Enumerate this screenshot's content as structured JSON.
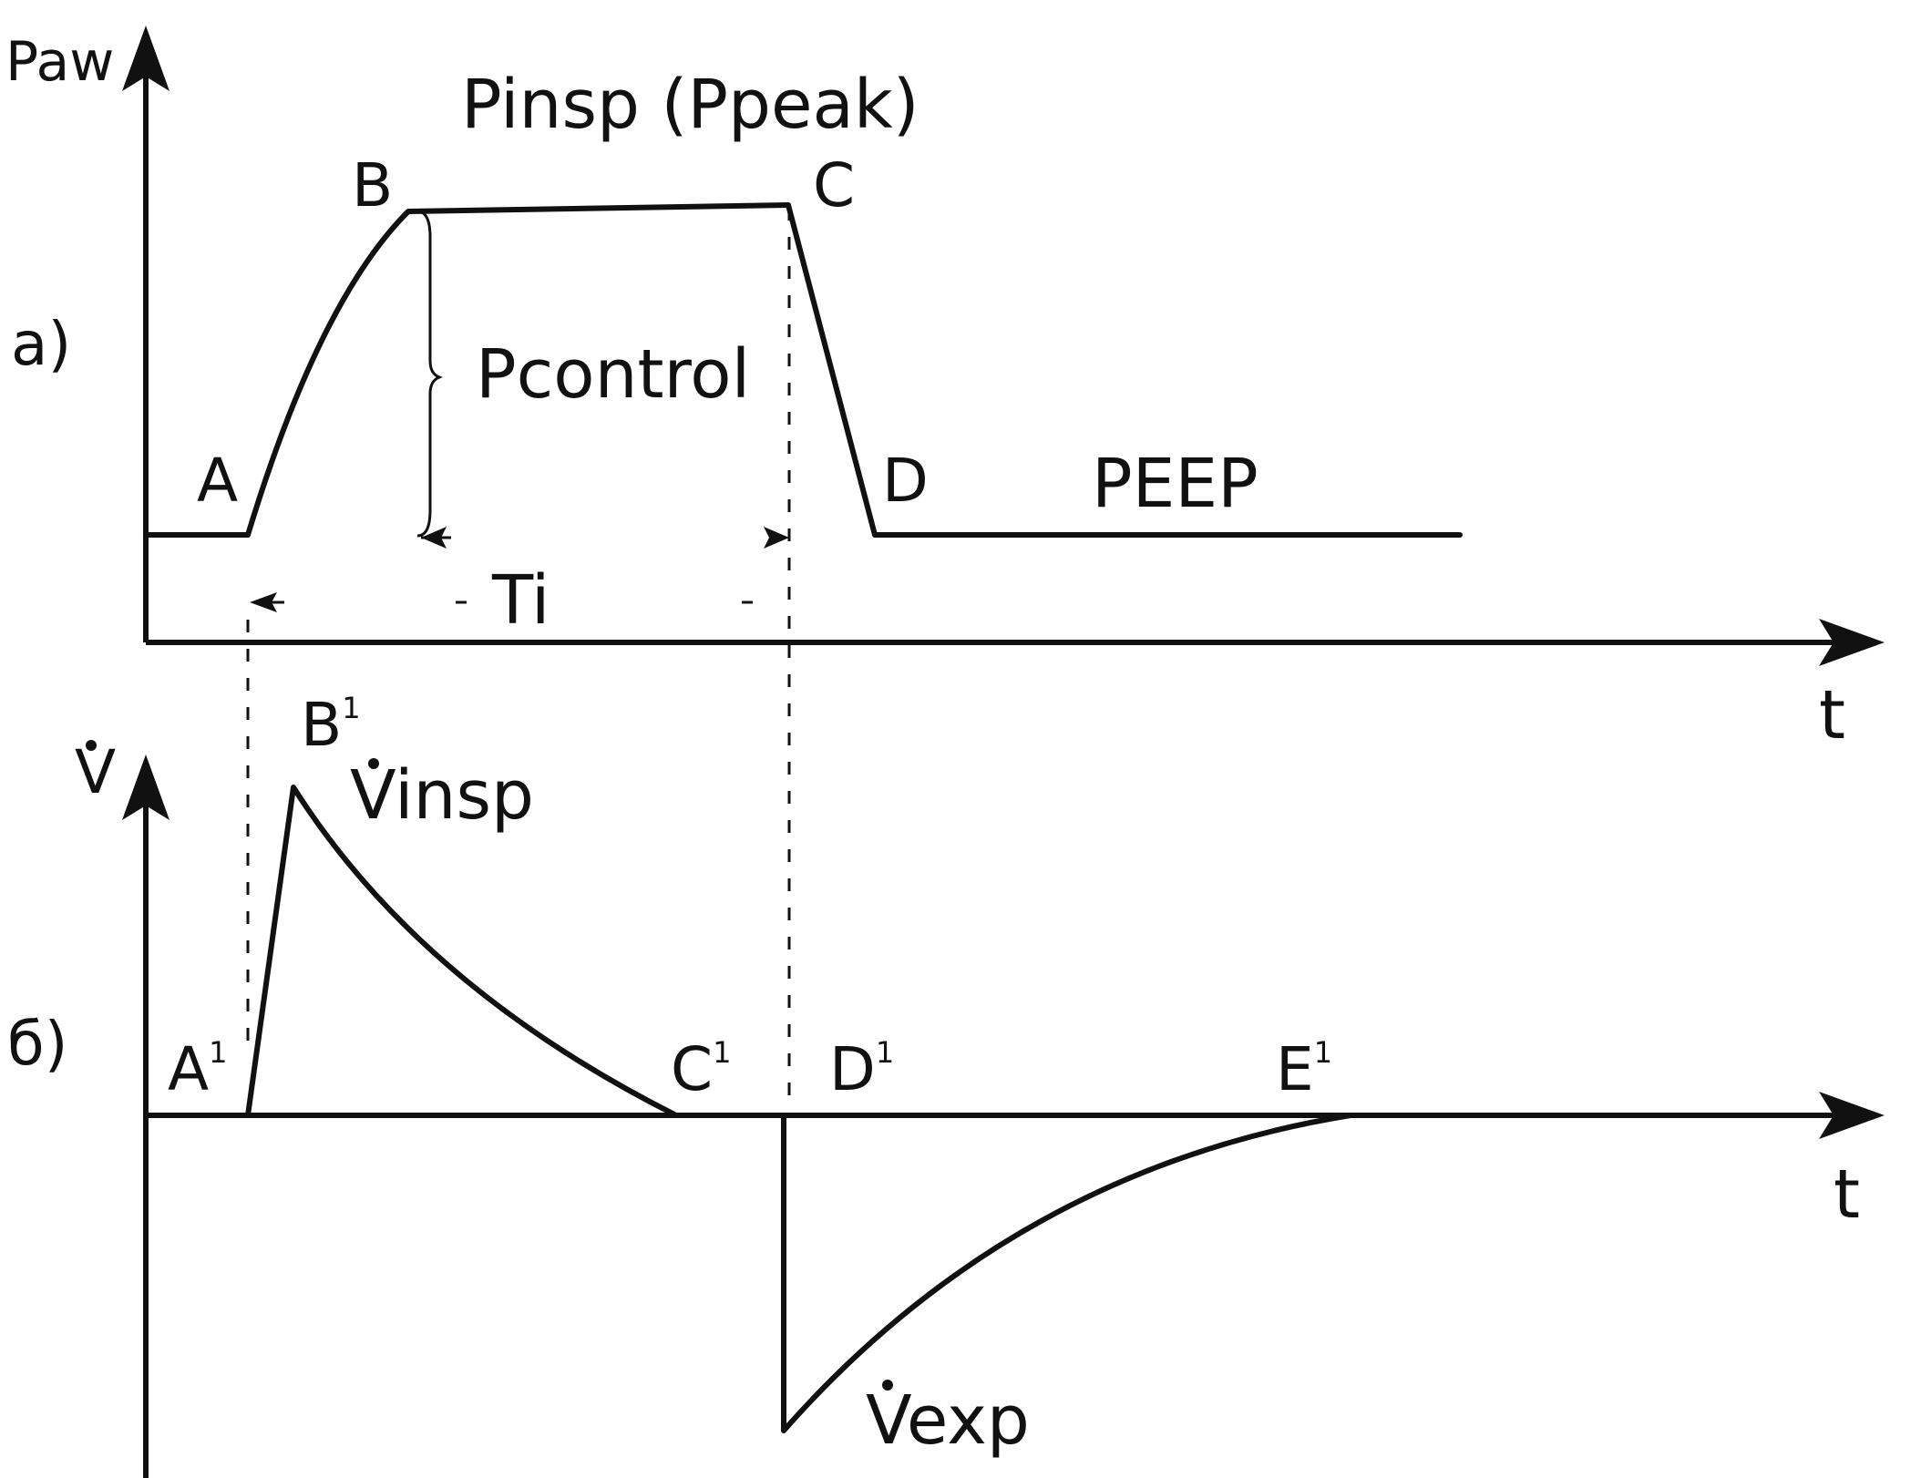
{
  "panel_a": {
    "label": "a)",
    "y_axis": "Paw",
    "x_axis": "t",
    "top_label": "Pinsp (Ppeak)",
    "control_label": "Pcontrol",
    "peep_label": "PEEP",
    "ti_label": "Ti",
    "points": {
      "A": "A",
      "B": "B",
      "C": "C",
      "D": "D"
    }
  },
  "panel_b": {
    "label": "б)",
    "y_axis": "V",
    "x_axis": "t",
    "vinsp_label": "Vinsp",
    "vexp_label": "Vexp",
    "points": {
      "A1": "A",
      "B1": "B",
      "C1": "C",
      "D1": "D",
      "E1": "E",
      "sup": "1"
    }
  },
  "colors": {
    "ink": "#111111",
    "background": "#ffffff"
  }
}
